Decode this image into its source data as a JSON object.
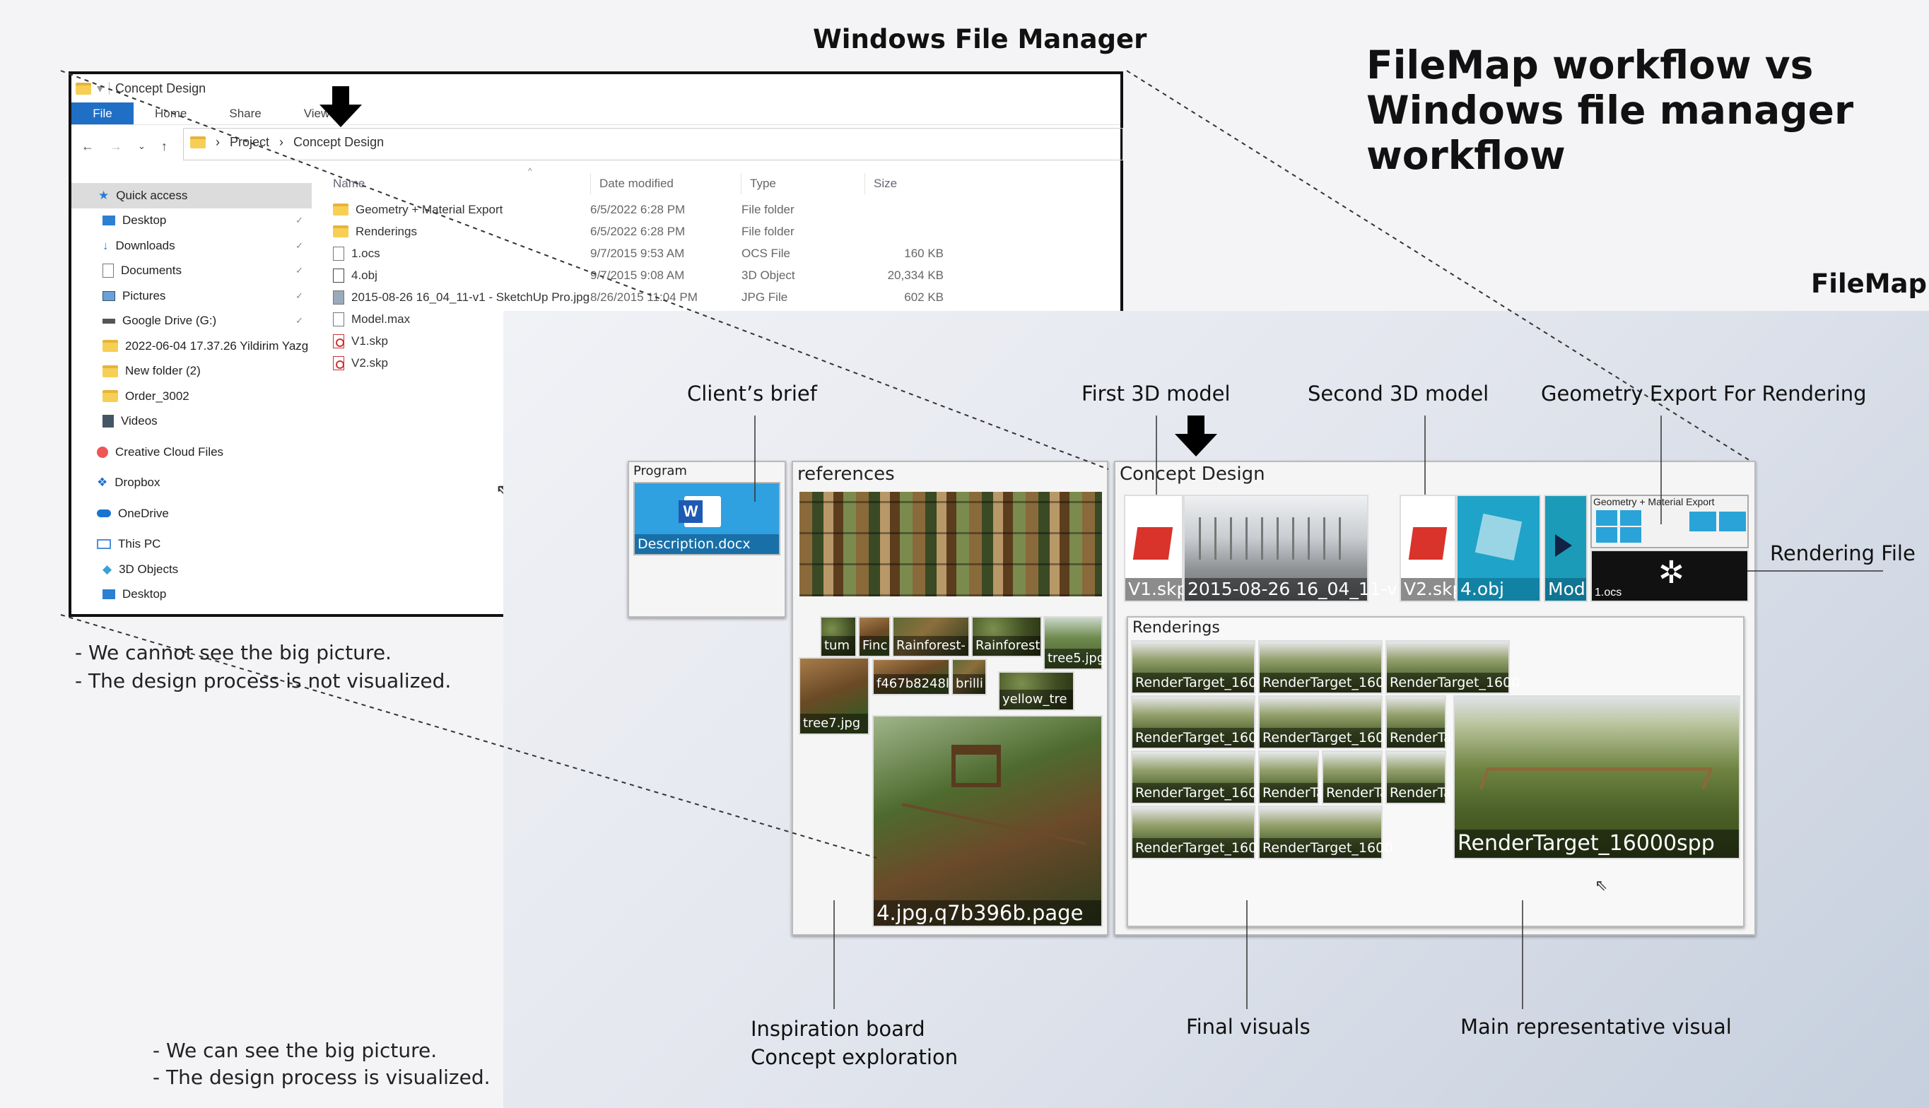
{
  "header": {
    "main_title_lines": [
      "FileMap workflow vs",
      "Windows file manager",
      "workflow"
    ],
    "windows_label": "Windows File Manager",
    "filemap_label": "FileMap"
  },
  "explorer": {
    "title": "Concept Design",
    "ribbon": {
      "file": "File",
      "tabs": [
        "Home",
        "Share",
        "View"
      ]
    },
    "breadcrumb": [
      "Project",
      "Concept Design"
    ],
    "columns": {
      "name": "Name",
      "date": "Date modified",
      "type": "Type",
      "size": "Size"
    },
    "sidebar": [
      {
        "label": "Quick access",
        "icon": "star-icon",
        "pinned": false,
        "selected": true
      },
      {
        "label": "Desktop",
        "icon": "desktop-icon",
        "pinned": true
      },
      {
        "label": "Downloads",
        "icon": "download-icon",
        "pinned": true
      },
      {
        "label": "Documents",
        "icon": "document-icon",
        "pinned": true
      },
      {
        "label": "Pictures",
        "icon": "pictures-icon",
        "pinned": true
      },
      {
        "label": "Google Drive (G:)",
        "icon": "drive-icon",
        "pinned": true
      },
      {
        "label": "2022-06-04 17.37.26 Yildirim Yazg",
        "icon": "folder-icon",
        "pinned": false
      },
      {
        "label": "New folder (2)",
        "icon": "folder-icon",
        "pinned": false
      },
      {
        "label": "Order_3002",
        "icon": "folder-icon",
        "pinned": false
      },
      {
        "label": "Videos",
        "icon": "video-icon",
        "pinned": false
      },
      {
        "label": "Creative Cloud Files",
        "icon": "creative-cloud-icon",
        "pinned": false
      },
      {
        "label": "Dropbox",
        "icon": "dropbox-icon",
        "pinned": false
      },
      {
        "label": "OneDrive",
        "icon": "onedrive-icon",
        "pinned": false
      },
      {
        "label": "This PC",
        "icon": "computer-icon",
        "pinned": false
      },
      {
        "label": "3D Objects",
        "icon": "cube-icon",
        "pinned": false
      },
      {
        "label": "Desktop",
        "icon": "desktop-icon",
        "pinned": false
      }
    ],
    "files": [
      {
        "name": "Geometry + Material Export",
        "date": "6/5/2022 6:28 PM",
        "type": "File folder",
        "size": "",
        "icon": "folder-icon"
      },
      {
        "name": "Renderings",
        "date": "6/5/2022 6:28 PM",
        "type": "File folder",
        "size": "",
        "icon": "folder-icon"
      },
      {
        "name": "1.ocs",
        "date": "9/7/2015 9:53 AM",
        "type": "OCS File",
        "size": "160 KB",
        "icon": "file-icon"
      },
      {
        "name": "4.obj",
        "date": "9/7/2015 9:08 AM",
        "type": "3D Object",
        "size": "20,334 KB",
        "icon": "obj-icon"
      },
      {
        "name": "2015-08-26 16_04_11-v1 - SketchUp Pro.jpg",
        "date": "8/26/2015 11:04 PM",
        "type": "JPG File",
        "size": "602 KB",
        "icon": "image-icon"
      },
      {
        "name": "Model.max",
        "date": "",
        "type": "",
        "size": "",
        "icon": "file-icon"
      },
      {
        "name": "V1.skp",
        "date": "",
        "type": "",
        "size": "",
        "icon": "pdf-icon"
      },
      {
        "name": "V2.skp",
        "date": "",
        "type": "",
        "size": "",
        "icon": "pdf-icon"
      }
    ]
  },
  "notes": {
    "explorer": [
      "- We cannot see the big picture.",
      "- The design process is not visualized."
    ],
    "filemap": [
      "- We can see the big picture.",
      "- The design process is visualized."
    ]
  },
  "annotations": {
    "client_brief": "Client’s brief",
    "first_model": "First 3D model",
    "second_model": "Second 3D model",
    "geometry_export": "Geometry Export For Rendering",
    "rendering_file": "Rendering File",
    "inspiration_1": "Inspiration board",
    "inspiration_2": "Concept exploration",
    "final_visuals": "Final visuals",
    "main_visual": "Main representative visual"
  },
  "filemap": {
    "program": {
      "title": "Program",
      "file": "Description.docx"
    },
    "references": {
      "title": "references",
      "tiles": [
        "tum",
        "Finc",
        "Rainforest-",
        "Rainforest",
        "tree5.jpg",
        "f467b8248l",
        "brilli",
        "yellow_tre",
        "tree7.jpg",
        "4.jpg,q7b396b.page"
      ]
    },
    "concept": {
      "title": "Concept Design",
      "tiles": [
        "V1.skp",
        "2015-08-26 16_04_11-v",
        "V2.skp",
        "4.obj",
        "Mod",
        "1.ocs"
      ],
      "geometry_folder": "Geometry + Material Export",
      "renderings_title": "Renderings",
      "render_tiles": [
        "RenderTarget_1600",
        "RenderTarget_1600",
        "RenderTarget_1600",
        "RenderTarget_1600",
        "RenderTarget_1600",
        "RenderTa",
        "RenderTarget_1600",
        "RenderTa",
        "RenderTa",
        "RenderTa",
        "RenderTarget_1600",
        "RenderTarget_1600"
      ],
      "main_render": "RenderTarget_16000spp"
    }
  }
}
